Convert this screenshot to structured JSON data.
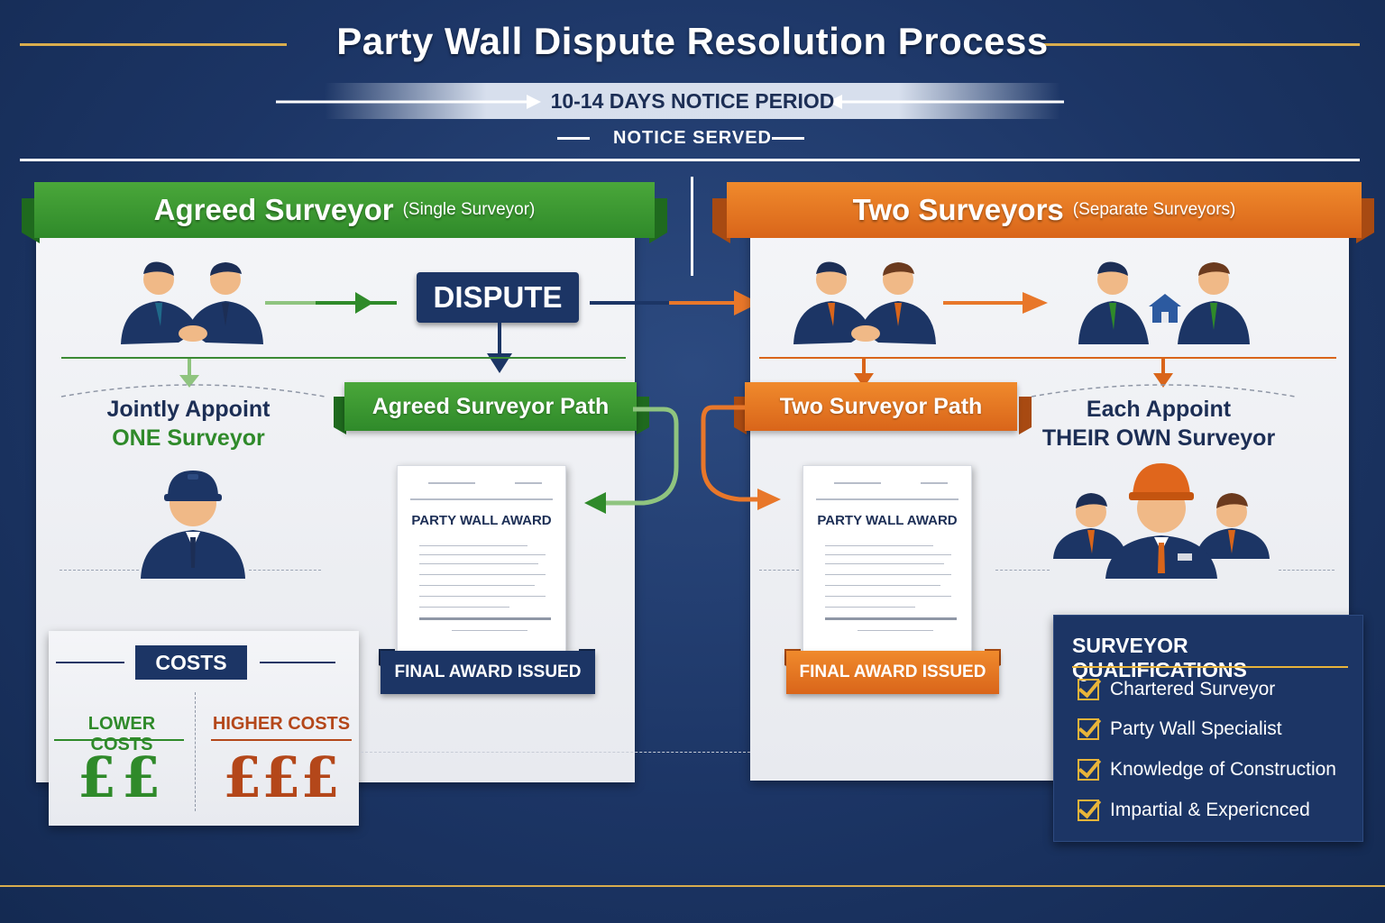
{
  "header": {
    "title": "Party Wall Dispute Resolution Process",
    "notice_period": "10-14 DAYS NOTICE PERIOD",
    "notice_served": "NOTICE SERVED"
  },
  "left": {
    "banner_title": "Agreed Surveyor",
    "banner_sub": "(Single Surveyor)",
    "dispute": "DISPUTE",
    "path_label": "Agreed Surveyor Path",
    "appoint_line1": "Jointly Appoint",
    "appoint_line2": "ONE Surveyor",
    "doc_title": "PARTY WALL AWARD",
    "final_award": "FINAL AWARD ISSUED",
    "costs_title": "COSTS",
    "lower_costs": "LOWER COSTS",
    "lower_symbol": "££",
    "higher_costs": "HIGHER COSTS",
    "higher_symbol": "£££"
  },
  "right": {
    "banner_title": "Two Surveyors",
    "banner_sub": "(Separate Surveyors)",
    "path_label": "Two Surveyor Path",
    "appoint_line1": "Each Appoint",
    "appoint_line2": "THEIR OWN Surveyor",
    "doc_title": "PARTY WALL AWARD",
    "final_award": "FINAL AWARD ISSUED"
  },
  "qualifications": {
    "title": "SURVEYOR QUALIFICATIONS",
    "items": [
      "Chartered Surveyor",
      "Party Wall Specialist",
      "Knowledge of Construction",
      "Impartial & Expericnced"
    ]
  },
  "icons": [
    "handshake-icon",
    "person-icon",
    "surveyor-icon",
    "house-icon",
    "document-icon",
    "check-icon",
    "arrow-icon"
  ],
  "colors": {
    "navy": "#1c3565",
    "green": "#2f8a2a",
    "orange": "#d9651a",
    "gold": "#d9ad4e",
    "cost_orange": "#b4471a"
  }
}
